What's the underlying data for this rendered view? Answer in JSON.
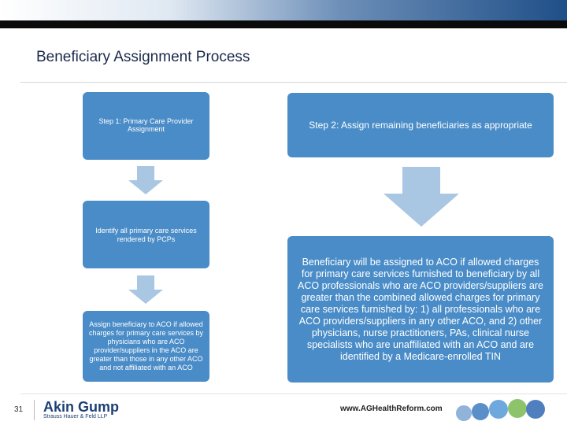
{
  "slide": {
    "title": "Beneficiary Assignment Process",
    "page_number": "31"
  },
  "left_flow": {
    "step1": "Step 1: Primary Care Provider Assignment",
    "identify": "Identify all primary care services rendered by PCPs",
    "assign": "Assign beneficiary to ACO if allowed charges for primary care services by physicians who are ACO provider/suppliers in the ACO are greater than those in any other ACO and not affiliated with an ACO"
  },
  "right_flow": {
    "step2": "Step 2: Assign remaining beneficiaries as appropriate",
    "detail": "Beneficiary will be assigned to ACO if allowed charges for primary care services furnished to beneficiary by all ACO professionals who are ACO providers/suppliers are greater than the combined allowed charges for primary care services furnished by: 1) all professionals who are ACO providers/suppliers in any other ACO, and 2) other physicians, nurse practitioners, PAs, clinical nurse specialists who are unaffiliated with an ACO and are identified by a Medicare-enrolled TIN"
  },
  "footer": {
    "logo_main": "Akin Gump",
    "logo_sub": "Strauss Hauer & Feld LLP",
    "website": "www.AGHealthReform.com"
  },
  "colors": {
    "box": "#4a8cc7",
    "arrow": "#a9c6e3",
    "title": "#1a2a4a"
  }
}
